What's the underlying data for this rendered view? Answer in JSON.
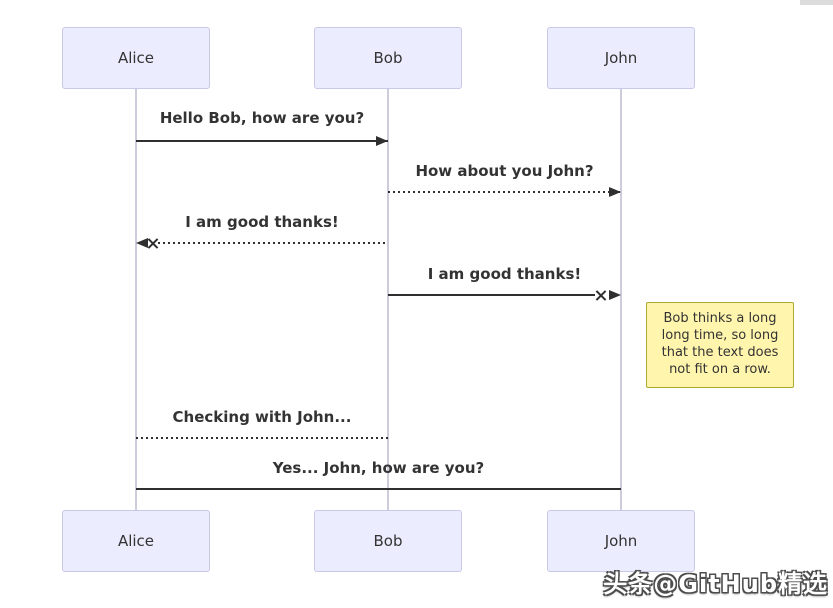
{
  "diagram": {
    "type": "sequence",
    "actors": [
      {
        "name": "Alice"
      },
      {
        "name": "Bob"
      },
      {
        "name": "John"
      }
    ],
    "messages": [
      {
        "label": "Hello Bob, how are you?",
        "from": "Alice",
        "to": "Bob",
        "line": "solid",
        "end": "arrow"
      },
      {
        "label": "How about you John?",
        "from": "Bob",
        "to": "John",
        "line": "dotted",
        "end": "arrow"
      },
      {
        "label": "I am good thanks!",
        "from": "Bob",
        "to": "Alice",
        "line": "dotted",
        "end": "arrow-cross"
      },
      {
        "label": "I am good thanks!",
        "from": "Bob",
        "to": "John",
        "line": "solid",
        "end": "arrow-cross"
      },
      {
        "label": "Checking with John...",
        "from": "Bob",
        "to": "Alice",
        "line": "dotted",
        "end": "none"
      },
      {
        "label": "Yes... John, how are you?",
        "from": "Alice",
        "to": "John",
        "line": "solid",
        "end": "none"
      }
    ],
    "note": {
      "position": "right of John",
      "text": "Bob thinks a long long time, so long that the text does not fit on a row."
    },
    "colors": {
      "actor_fill": "#ECECFF",
      "actor_border": "#c8c8e8",
      "lifeline": "#ccccdd",
      "message_line": "#2f2f2f",
      "text": "#333333",
      "note_fill": "#fff5ad",
      "note_border": "#aaaa33",
      "background": "#ffffff"
    }
  },
  "watermark": {
    "text": "头条@GitHub精选"
  }
}
